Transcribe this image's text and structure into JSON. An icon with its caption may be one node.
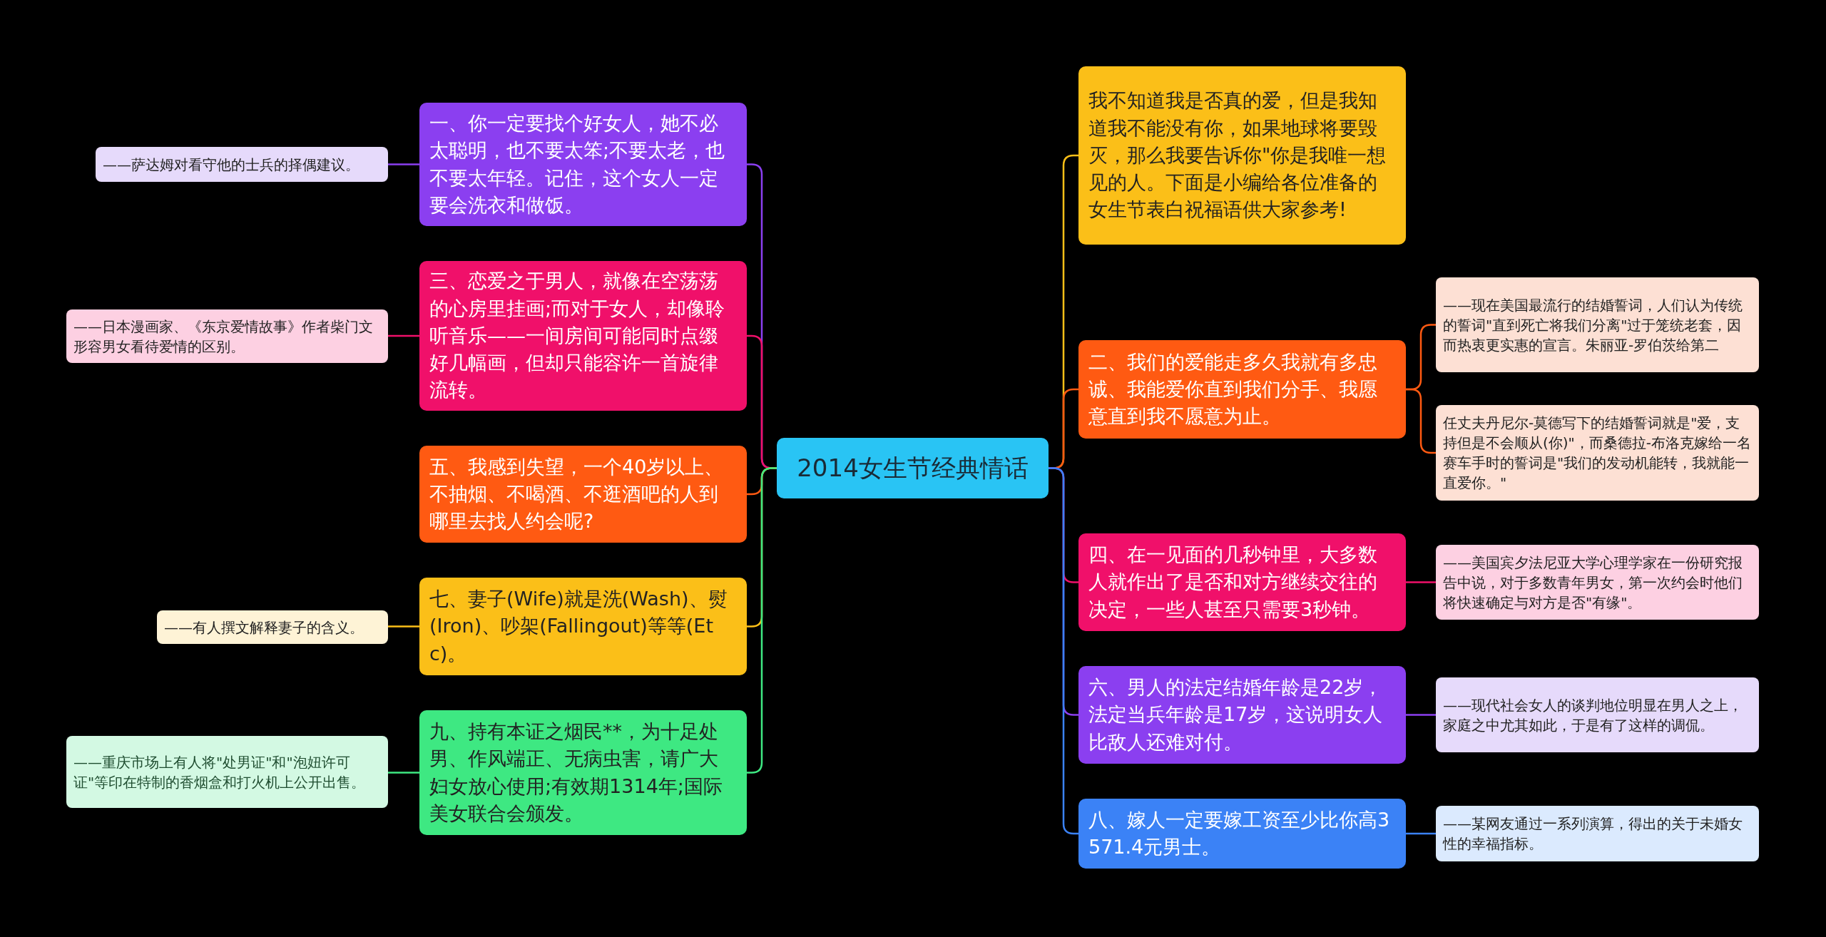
{
  "diagram": {
    "nodes": [
      {
        "text": [
          "2014女生节经典情话"
        ]
      },
      {
        "text": [
          "一、你一定要找个好女人，她不必太聪明，也不要太笨;不要太老，也不要太年轻。记住，这个女人一定要会洗衣和做饭。"
        ]
      },
      {
        "text": [
          "——萨达姆对看守他的士兵的择偶建议。"
        ]
      },
      {
        "text": [
          "三、恋爱之于男人，就像在空荡荡的心房里挂画;而对于女人，却像聆听音乐——一间房间可能同时点缀好几幅画，但却只能容许一首旋律流转。"
        ]
      },
      {
        "text": [
          "——日本漫画家、《东京爱情故事》作者柴门文形容男女看待爱情的区别。"
        ]
      },
      {
        "text": [
          "五、我感到失望，一个40岁以上、不抽烟、不喝酒、不逛酒吧的人到哪里去找人约会呢?"
        ]
      },
      {
        "text": [
          "七、妻子(Wife)就是洗(Wash)、熨(Iron)、吵架(Fallingout)等等(Etc)。"
        ]
      },
      {
        "text": [
          "——有人撰文解释妻子的含义。"
        ]
      },
      {
        "text": [
          "九、持有本证之烟民**，为十足处男、作风端正、无病虫害，请广大妇女放心使用;有效期1314年;国际美女联合会颁发。"
        ]
      },
      {
        "text": [
          "——重庆市场上有人将\"处男证\"和\"泡妞许可证\"等印在特制的香烟盒和打火机上公开出售。"
        ]
      },
      {
        "text": [
          "我不知道我是否真的爱，但是我知道我不能没有你，如果地球将要毁灭，那么我要告诉你\"你是我唯一想见的人。下面是小编给各位准备的女生节表白祝福语供大家参考!"
        ]
      },
      {
        "text": [
          "二、我们的爱能走多久我就有多忠诚、我能爱你直到我们分手、我愿意直到我不愿意为止。"
        ]
      },
      {
        "text": [
          "——现在美国最流行的结婚誓词，人们认为传统的誓词\"直到死亡将我们分离\"过于笼统老套，因而热衷更实惠的宣言。朱丽亚-罗伯茨给第二"
        ]
      },
      {
        "text": [
          "任丈夫丹尼尔-莫德写下的结婚誓词就是\"爱，支持但是不会顺从(你)\"，而桑德拉-布洛克嫁给一名赛车手时的誓词是\"我们的发动机能转，我就能一直爱你。\""
        ]
      },
      {
        "text": [
          "四、在一见面的几秒钟里，大多数人就作出了是否和对方继续交往的决定，一些人甚至只需要3秒钟。"
        ]
      },
      {
        "text": [
          "——美国宾夕法尼亚大学心理学家在一份研究报告中说，对于多数青年男女，第一次约会时他们将快速确定与对方是否\"有缘\"。"
        ]
      },
      {
        "text": [
          "六、男人的法定结婚年龄是22岁，法定当兵年龄是17岁，这说明女人比敌人还难对付。"
        ]
      },
      {
        "text": [
          "——现代社会女人的谈判地位明显在男人之上，家庭之中尤其如此，于是有了这样的调侃。"
        ]
      },
      {
        "text": [
          "八、嫁人一定要嫁工资至少比你高3571.4元男士。"
        ]
      },
      {
        "text": [
          "——某网友通过一系列演算，得出的关于未婚女性的幸福指标。"
        ]
      }
    ],
    "edges": [
      {
        "from": 0,
        "to": 1,
        "arrow": "none",
        "color": "#8b3ff0"
      },
      {
        "from": 1,
        "to": 2,
        "arrow": "none",
        "color": "#8b3ff0"
      },
      {
        "from": 0,
        "to": 3,
        "arrow": "none",
        "color": "#f0106a"
      },
      {
        "from": 3,
        "to": 4,
        "arrow": "none",
        "color": "#f0106a"
      },
      {
        "from": 0,
        "to": 5,
        "arrow": "none",
        "color": "#ff5a12"
      },
      {
        "from": 0,
        "to": 6,
        "arrow": "none",
        "color": "#fbbf18"
      },
      {
        "from": 6,
        "to": 7,
        "arrow": "none",
        "color": "#fbbf18"
      },
      {
        "from": 0,
        "to": 8,
        "arrow": "none",
        "color": "#3ee882"
      },
      {
        "from": 8,
        "to": 9,
        "arrow": "none",
        "color": "#3ee882"
      },
      {
        "from": 0,
        "to": 10,
        "arrow": "none",
        "color": "#fbbf18"
      },
      {
        "from": 0,
        "to": 11,
        "arrow": "none",
        "color": "#ff5a12"
      },
      {
        "from": 11,
        "to": 12,
        "arrow": "none",
        "color": "#ff5a12"
      },
      {
        "from": 11,
        "to": 13,
        "arrow": "none",
        "color": "#ff5a12"
      },
      {
        "from": 0,
        "to": 14,
        "arrow": "none",
        "color": "#f0106a"
      },
      {
        "from": 14,
        "to": 15,
        "arrow": "none",
        "color": "#f0106a"
      },
      {
        "from": 0,
        "to": 16,
        "arrow": "none",
        "color": "#8b3ff0"
      },
      {
        "from": 16,
        "to": 17,
        "arrow": "none",
        "color": "#8b3ff0"
      },
      {
        "from": 0,
        "to": 18,
        "arrow": "none",
        "color": "#3b82f6"
      },
      {
        "from": 18,
        "to": 19,
        "arrow": "none",
        "color": "#3b82f6"
      }
    ]
  }
}
